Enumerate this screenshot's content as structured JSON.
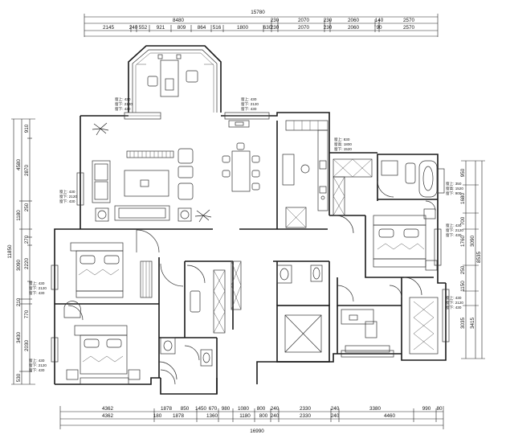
{
  "dimensions": {
    "top_total": "15780",
    "top_row1": [
      "8480",
      "230",
      "2070",
      "230",
      "2060",
      "140",
      "2570"
    ],
    "top_row2": [
      "2145",
      "240",
      "552",
      "921",
      "809",
      "864",
      "516",
      "1800",
      "630",
      "230",
      "2070",
      "230",
      "2060",
      "90",
      "2570"
    ],
    "left_total": "11850",
    "left_col1": [
      "4580",
      "1180",
      "3090",
      "210",
      "3430",
      "530"
    ],
    "left_col2": [
      "910",
      "2870",
      "250",
      "270",
      "2220",
      "770",
      "2030"
    ],
    "right_total": "8535",
    "right_col1": [
      "950",
      "1680",
      "700",
      "1760",
      "3090",
      "250",
      "1150",
      "3035",
      "3415"
    ],
    "bottom_row1": [
      "4362",
      "1878",
      "850",
      "1450",
      "670",
      "980",
      "1080",
      "800",
      "240",
      "2330",
      "240",
      "3380",
      "990",
      "80"
    ],
    "bottom_row2": [
      "4362",
      "180",
      "1878",
      "1360",
      "1180",
      "800",
      "240",
      "2330",
      "240",
      "4460"
    ],
    "bottom_total": "16990"
  },
  "room_labels": [
    {
      "name": "bay-window-room",
      "lines": [
        "窗上: 430",
        "窗下: 2120",
        "窗下: 430"
      ]
    },
    {
      "name": "living-room-window",
      "lines": [
        "窗上: 430",
        "窗下: 2120",
        "窗下: 430"
      ]
    },
    {
      "name": "living-room",
      "lines": [
        "窗上: 430",
        "窗下: 2120",
        "窗下: 430"
      ]
    },
    {
      "name": "kitchen",
      "lines": [
        "窗上: 830",
        "窗高: 1800",
        "窗下: 1520"
      ]
    },
    {
      "name": "bathroom-ne",
      "lines": [
        "窗上: 350",
        "窗高: 1520",
        "窗下: 900"
      ]
    },
    {
      "name": "master-bedroom",
      "lines": [
        "窗上: 430",
        "窗下: 2120",
        "窗下: 430"
      ]
    },
    {
      "name": "bedroom-west",
      "lines": [
        "窗上: 430",
        "窗下: 2120",
        "窗下: 430"
      ]
    },
    {
      "name": "bedroom-sw",
      "lines": [
        "窗上: 430",
        "窗下: 2120",
        "窗下: 430"
      ]
    },
    {
      "name": "study",
      "lines": [
        "窗上: 430",
        "窗下: 2120",
        "窗下: 430"
      ]
    }
  ]
}
